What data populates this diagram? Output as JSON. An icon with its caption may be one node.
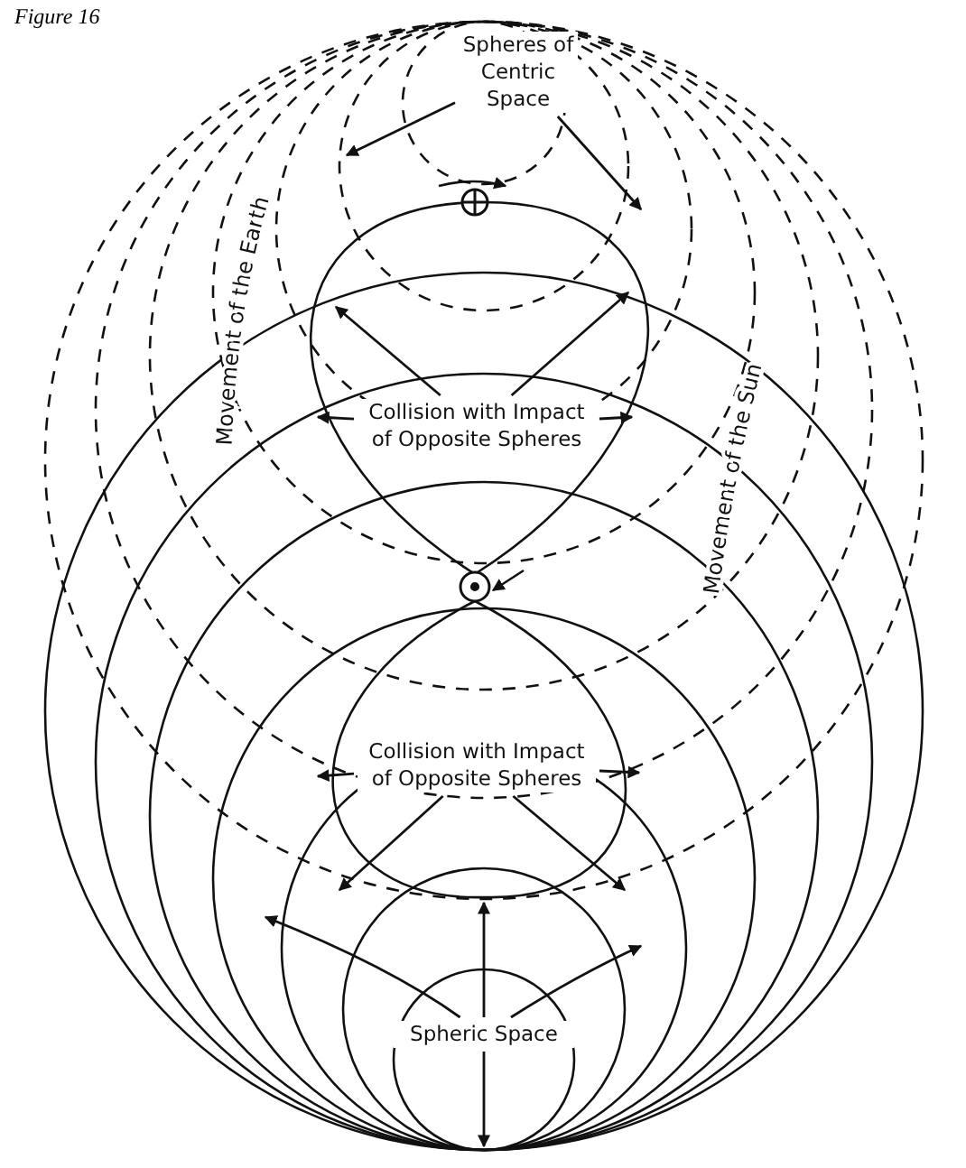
{
  "diagram": {
    "title": "Figure 16",
    "nodes": [
      {
        "text": [
          "Spheres of Centric Space"
        ]
      },
      {
        "text": [
          "Collision with Impact of Opposite Spheres"
        ]
      },
      {
        "text": [
          "Collision with Impact of Opposite Spheres"
        ]
      },
      {
        "text": [
          "Spheric Space"
        ]
      }
    ],
    "edges": [
      {
        "from": 0,
        "to": null,
        "arrow": "to"
      },
      {
        "from": 0,
        "to": null,
        "arrow": "to"
      },
      {
        "from": 1,
        "to": null,
        "arrow": "to"
      },
      {
        "from": 1,
        "to": null,
        "arrow": "to"
      },
      {
        "from": 1,
        "to": null,
        "arrow": "to"
      },
      {
        "from": 1,
        "to": null,
        "arrow": "to"
      },
      {
        "from": 2,
        "to": null,
        "arrow": "to"
      },
      {
        "from": 2,
        "to": null,
        "arrow": "to"
      },
      {
        "from": 2,
        "to": null,
        "arrow": "to"
      },
      {
        "from": 2,
        "to": null,
        "arrow": "to"
      },
      {
        "from": 3,
        "to": null,
        "arrow": "to"
      },
      {
        "from": 3,
        "to": null,
        "arrow": "to"
      },
      {
        "from": 3,
        "to": null,
        "arrow": "to"
      },
      {
        "from": 3,
        "to": null,
        "arrow": "to"
      }
    ],
    "labels": [
      "Movement of the Earth",
      "Movement of the Sun"
    ]
  }
}
